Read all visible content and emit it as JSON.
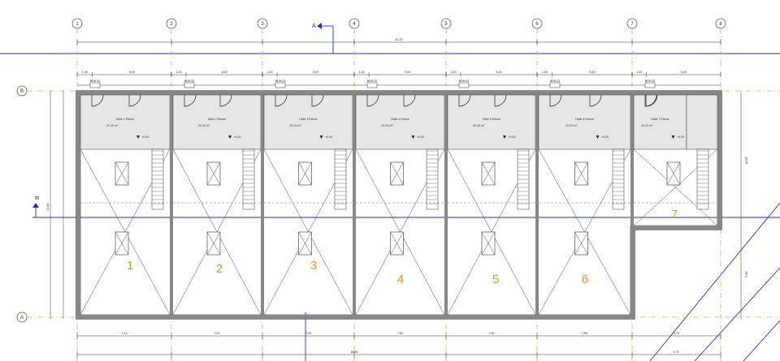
{
  "grid": {
    "columns": [
      "1",
      "2",
      "3",
      "4",
      "5",
      "6",
      "7",
      "8"
    ],
    "rows": [
      "B",
      "A"
    ]
  },
  "section_marks": {
    "a": "A",
    "b": "B"
  },
  "dimensions": {
    "overall_top": "81.00",
    "top_chain": [
      "1.00",
      "5.00",
      "1.00",
      "5.00",
      "1.00",
      "5.00",
      "1.00",
      "5.00",
      "1.00",
      "5.00",
      "1.00",
      "5.00",
      "1.00",
      "5.00"
    ],
    "door_tags": [
      "BRH 02",
      "BRH 02",
      "BRH 02",
      "BRH 02",
      "BRH 02",
      "BRH 02",
      "BRH 02"
    ],
    "bottom_chain": [
      "7.10",
      "7.00",
      "7.00",
      "7.00",
      "7.00",
      "7.00",
      "4.75"
    ],
    "overall_bottom": "48.00",
    "bottom_last": "4.75",
    "left_vertical": "13.00",
    "right_vertical_top": "10.00",
    "right_vertical_bottom": "5.00"
  },
  "units": [
    {
      "num": "1",
      "room": "Halle 1 Ebene",
      "area": "21.20 m²",
      "level": "+0.00"
    },
    {
      "num": "2",
      "room": "Halle 2 Ebene",
      "area": "20.20 m²",
      "level": "+0.00"
    },
    {
      "num": "3",
      "room": "Halle 3 Ebene",
      "area": "20.20 m²",
      "level": "+0.00"
    },
    {
      "num": "4",
      "room": "Halle 4 Ebene",
      "area": "20.20 m²",
      "level": "+0.00"
    },
    {
      "num": "5",
      "room": "Halle 5 Ebene",
      "area": "20.20 m²",
      "level": "+0.00"
    },
    {
      "num": "6",
      "room": "Halle 6 Ebene",
      "area": "20.20 m²",
      "level": "+0.00"
    },
    {
      "num": "7",
      "room": "Halle 7 Ebene",
      "area": "20.20 m²",
      "level": "+0.00"
    }
  ],
  "colors": {
    "grid_line": "#e8a35a",
    "unit_number": "#e8941e",
    "section_line": "#1a2fd4",
    "room_fill": "#e6e6e6",
    "wall": "#777777"
  }
}
